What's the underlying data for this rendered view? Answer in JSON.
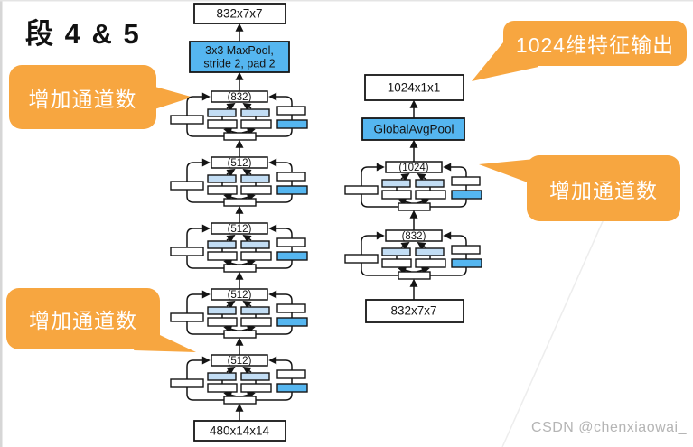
{
  "title": "段 4 & 5",
  "watermark": "CSDN @chenxiaowai_",
  "colors": {
    "orange": "#F7A640",
    "blue": "#55B6F0",
    "light_blue": "#C2DDF4",
    "stroke": "#141414",
    "watermark_gray": "#B5B5B5"
  },
  "callouts": {
    "top_left": "增加通道数",
    "bottom_left": "增加通道数",
    "top_right": "1024维特征输出",
    "mid_right": "增加通道数"
  },
  "left_column": {
    "output_box": "832x7x7",
    "maxpool_line1": "3x3 MaxPool,",
    "maxpool_line2": "stride 2, pad 2",
    "inception_labels": [
      "(832)",
      "(512)",
      "(512)",
      "(512)",
      "(512)"
    ],
    "input_box": "480x14x14"
  },
  "right_column": {
    "output_box": "1024x1x1",
    "global_pool_box": "GlobalAvgPool",
    "inception_labels": [
      "(1024)",
      "(832)"
    ],
    "input_box": "832x7x7"
  }
}
